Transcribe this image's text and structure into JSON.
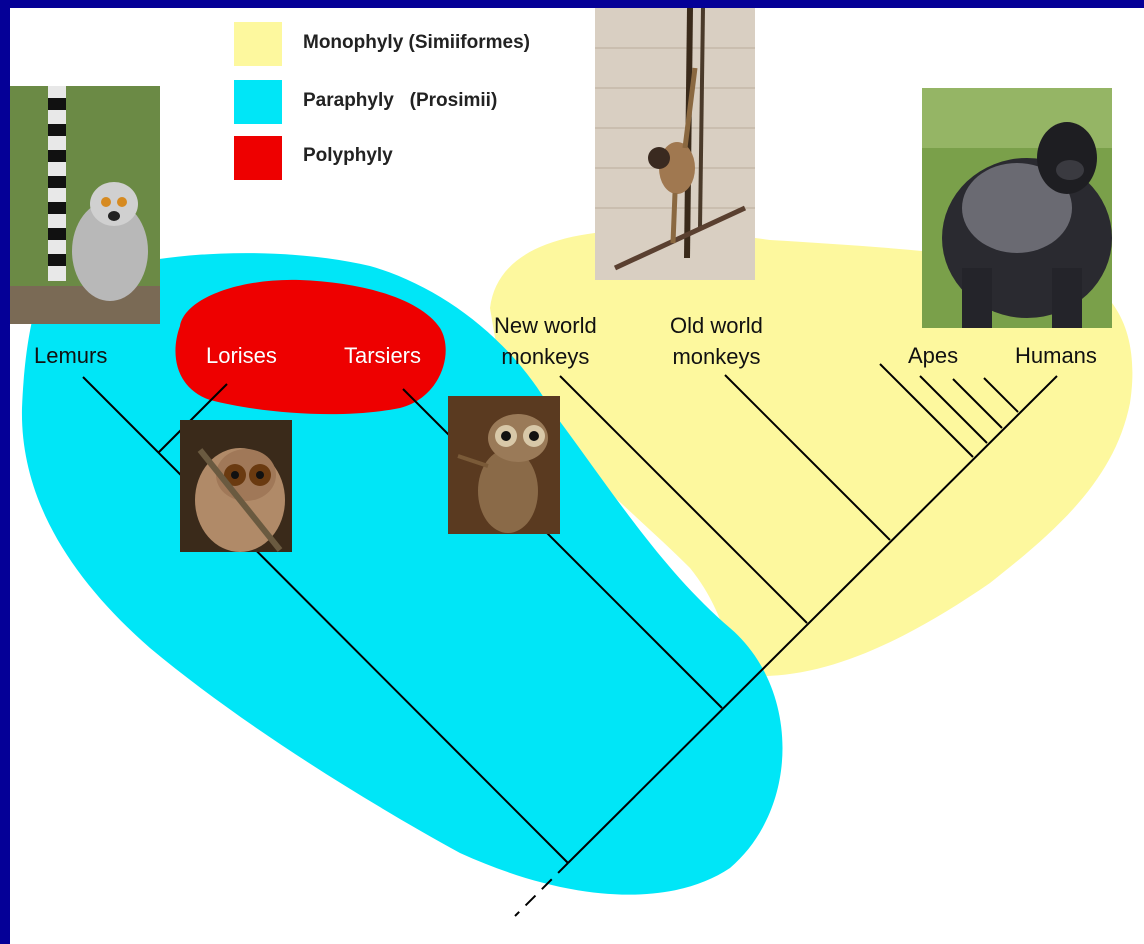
{
  "legend": [
    {
      "label": "Monophyly (Simiiformes)",
      "color": "#fdf89e"
    },
    {
      "label": "Paraphyly   (Prosimii)",
      "color": "#00e6f7"
    },
    {
      "label": "Polyphyly",
      "color": "#ee0000"
    }
  ],
  "taxa": {
    "lemurs": "Lemurs",
    "lorises": "Lorises",
    "tarsiers": "Tarsiers",
    "new_world_monkeys": [
      "New world",
      "monkeys"
    ],
    "old_world_monkeys": [
      "Old world",
      "monkeys"
    ],
    "apes": "Apes",
    "humans": "Humans"
  },
  "photos": [
    "lemur-photo",
    "spider-monkey-photo",
    "gorilla-photo",
    "loris-photo",
    "tarsier-photo"
  ],
  "colors": {
    "background": "#050097",
    "monophyly": "#fdf89e",
    "paraphyly": "#00e6f7",
    "polyphyly": "#ee0000",
    "branch": "#000000"
  }
}
